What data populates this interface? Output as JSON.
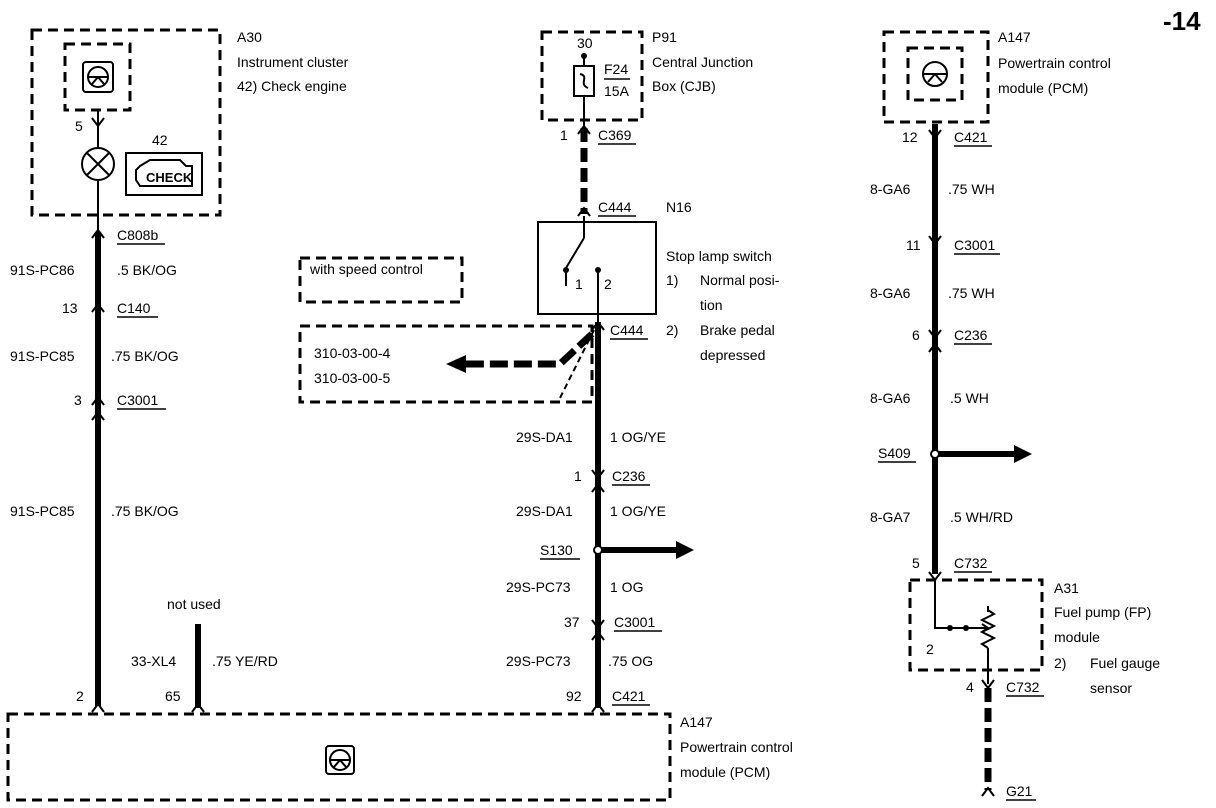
{
  "page_number": "-14",
  "a30": {
    "id": "A30",
    "name": "Instrument cluster",
    "note": "42)  Check engine",
    "pin5": "5",
    "lamp_num": "42",
    "check": "CHECK",
    "connector": "C808b"
  },
  "p91": {
    "id": "P91",
    "name": "Central Junction",
    "name2": "Box (CJB)",
    "terminal": "30",
    "fuse": "F24",
    "amp": "15A",
    "pin1": "1",
    "connector": "C369"
  },
  "n16": {
    "id": "N16",
    "name": "Stop lamp switch",
    "pos1": "1)",
    "pos1_text": "Normal posi-",
    "pos1_text2": "tion",
    "pos2": "2)",
    "pos2_text": "Brake pedal",
    "pos2_text2": "depressed",
    "connector_top": "C444",
    "connector_bot": "C444",
    "pin1": "1",
    "pin2": "2"
  },
  "speed": {
    "label": "with speed control",
    "ref1": "310-03-00-4",
    "ref2": "310-03-00-5"
  },
  "a147_top": {
    "id": "A147",
    "name": "Powertrain control",
    "name2": "module (PCM)",
    "pin": "12",
    "connector": "C421"
  },
  "a147_bottom": {
    "id": "A147",
    "name": "Powertrain control",
    "name2": "module (PCM)"
  },
  "left_wire": {
    "w1_code": "91S-PC86",
    "w1_color": ".5 BK/OG",
    "c140_pin": "13",
    "c140": "C140",
    "w2_code": "91S-PC85",
    "w2_color": ".75 BK/OG",
    "c3001_pin": "3",
    "c3001": "C3001",
    "w3_code": "91S-PC85",
    "w3_color": ".75 BK/OG",
    "pcm_pin": "2"
  },
  "mid_wire": {
    "not_used": "not used",
    "code": "33-XL4",
    "color": ".75 YE/RD",
    "pin": "65"
  },
  "center_wire": {
    "w1_code": "29S-DA1",
    "w1_color": "1 OG/YE",
    "c236_pin": "1",
    "c236": "C236",
    "w2_code": "29S-DA1",
    "w2_color": "1 OG/YE",
    "splice": "S130",
    "w3_code": "29S-PC73",
    "w3_color": "1 OG",
    "c3001_pin": "37",
    "c3001": "C3001",
    "w4_code": "29S-PC73",
    "w4_color": ".75 OG",
    "pcm_pin": "92",
    "pcm_conn": "C421"
  },
  "right_wire": {
    "w1_code": "8-GA6",
    "w1_color": ".75 WH",
    "c3001_pin": "11",
    "c3001": "C3001",
    "w2_code": "8-GA6",
    "w2_color": ".75 WH",
    "c236_pin": "6",
    "c236": "C236",
    "w3_code": "8-GA6",
    "w3_color": ".5 WH",
    "splice": "S409",
    "w4_code": "8-GA7",
    "w4_color": ".5 WH/RD",
    "c732_pin": "5",
    "c732": "C732"
  },
  "a31": {
    "id": "A31",
    "name": "Fuel pump (FP)",
    "name2": "module",
    "pos": "2)",
    "pos_text": "Fuel gauge",
    "pos_text2": "sensor",
    "pin2": "2",
    "pin4": "4",
    "c732": "C732",
    "ground": "G21"
  }
}
